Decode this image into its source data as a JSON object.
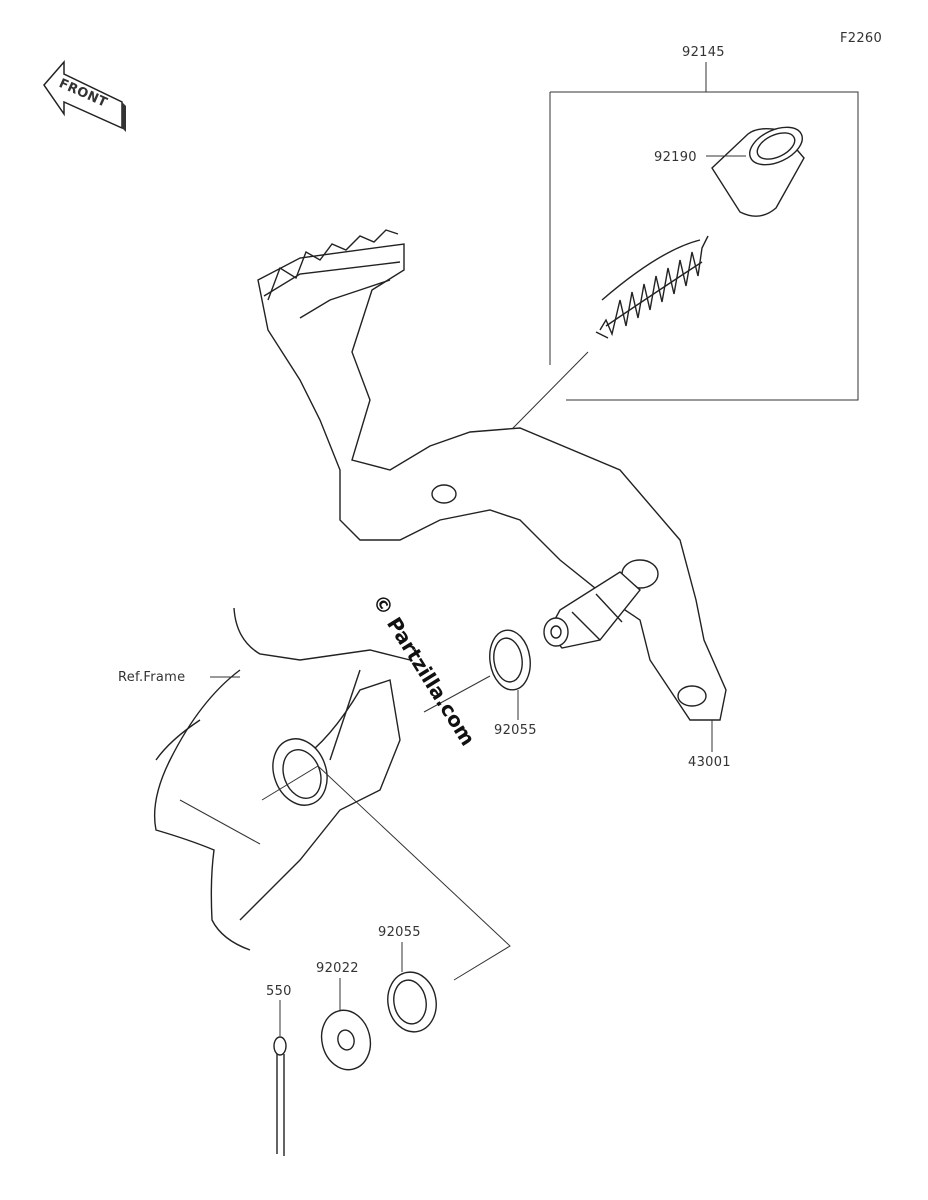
{
  "diagram_code": "F2260",
  "front_label": "FRONT",
  "watermark": "© Partzilla.com",
  "callouts": {
    "spring_kit": "92145",
    "collar": "92190",
    "pedal": "43001",
    "washer_upper": "92055",
    "washer_lower": "92055",
    "plain_washer": "92022",
    "cotter_pin": "550",
    "frame_ref": "Ref.Frame"
  }
}
